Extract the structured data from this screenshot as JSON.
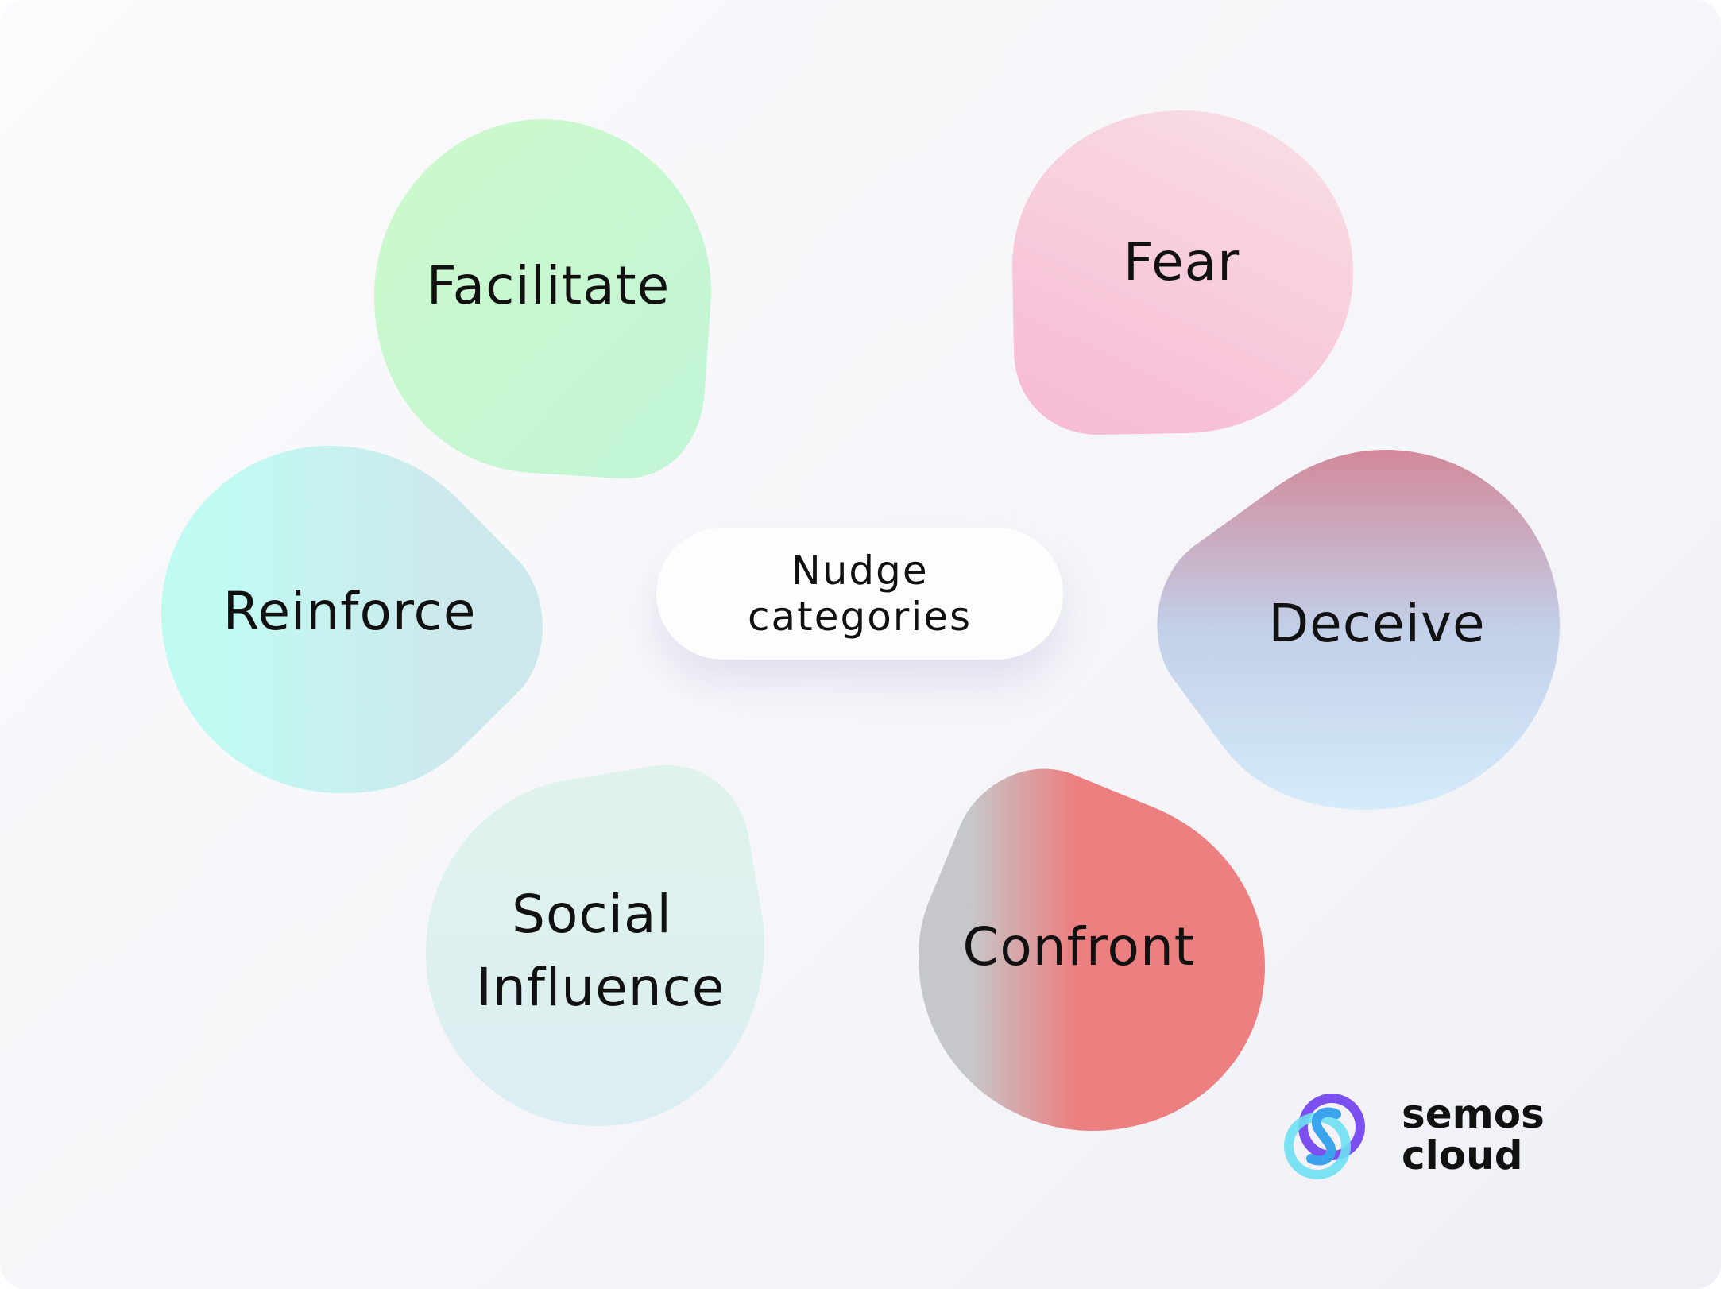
{
  "diagram": {
    "center_label": [
      "Nudge",
      "categories"
    ],
    "categories": [
      {
        "id": "facilitate",
        "lines": [
          "Facilitate"
        ],
        "colors": [
          "#cdfacb",
          "#c1f5d6"
        ]
      },
      {
        "id": "fear",
        "lines": [
          "Fear"
        ],
        "colors": [
          "#f8dee3",
          "#f7bcd6"
        ]
      },
      {
        "id": "reinforce",
        "lines": [
          "Reinforce"
        ],
        "colors": [
          "#c0fbf2",
          "#cde8ec"
        ]
      },
      {
        "id": "deceive",
        "lines": [
          "Deceive"
        ],
        "colors": [
          "#d2899a",
          "#c2d0e9",
          "#d6ebfb"
        ]
      },
      {
        "id": "social-influence",
        "lines": [
          "Social",
          "Influence"
        ],
        "colors": [
          "#dff3ec",
          "#dbeef2"
        ]
      },
      {
        "id": "confront",
        "lines": [
          "Confront"
        ],
        "colors": [
          "#c6c7ca",
          "#ec7f80"
        ]
      }
    ]
  },
  "logo": {
    "lines": [
      "semos",
      "cloud"
    ],
    "colors": [
      "#7b4ff0",
      "#3aa3ec",
      "#6ee0f2"
    ]
  }
}
